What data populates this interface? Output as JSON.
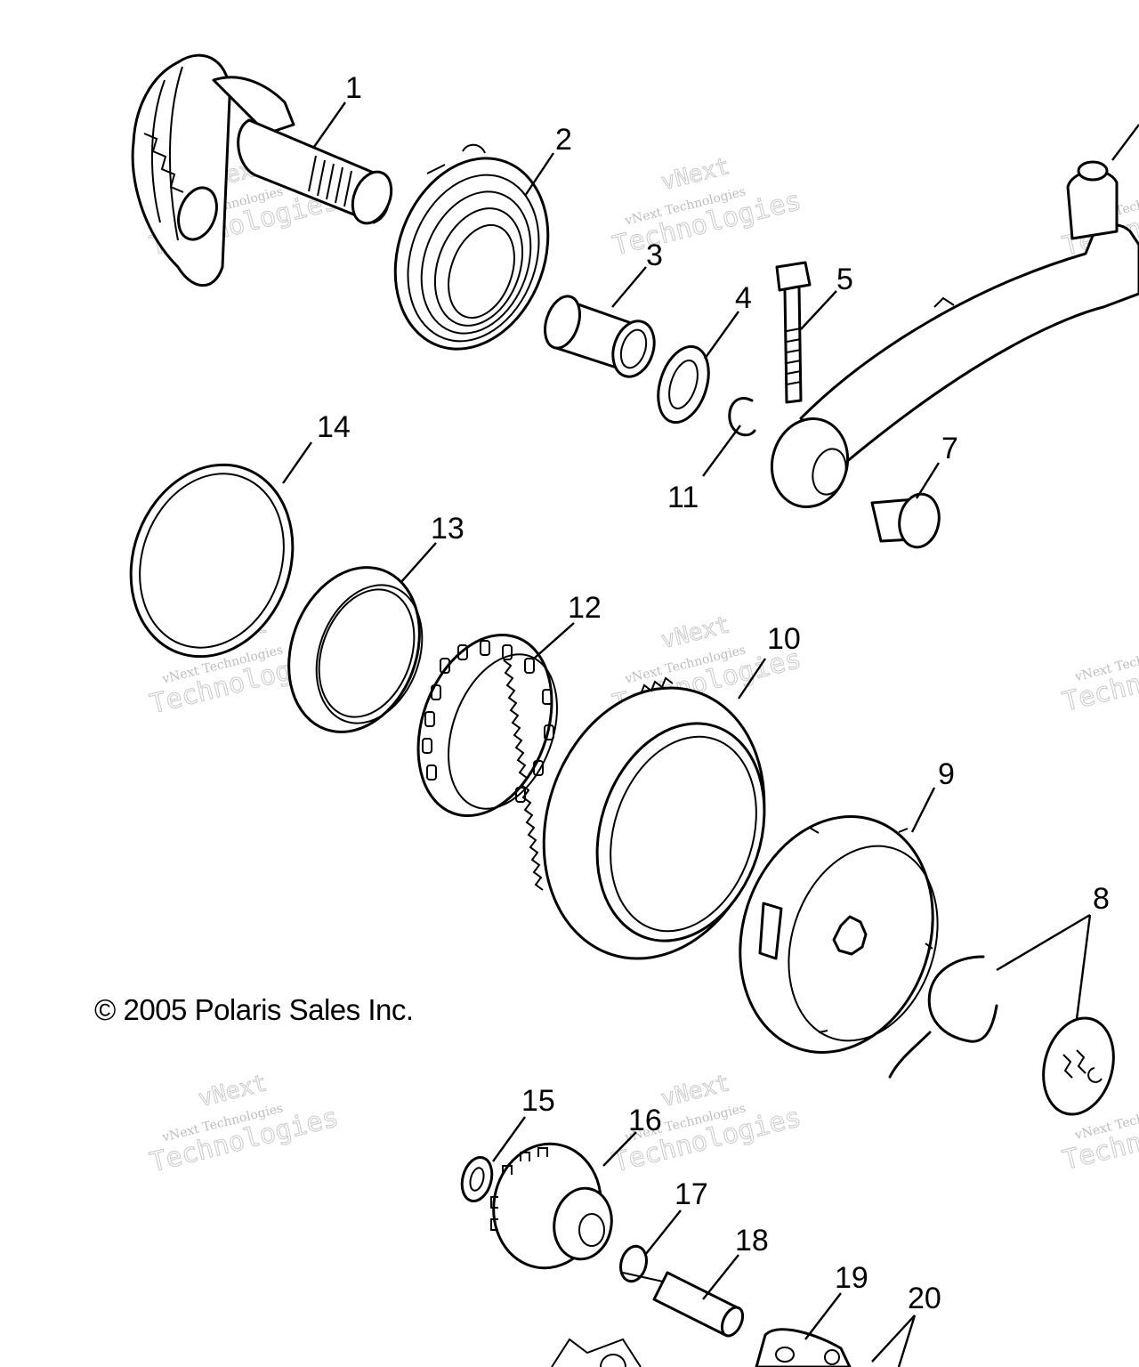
{
  "copyright": "© 2005 Polaris Sales Inc.",
  "watermark": {
    "brand": "vNext",
    "company": "vNext Technologies",
    "technologies": "Technologies"
  },
  "callouts": [
    "1",
    "2",
    "3",
    "4",
    "5",
    "7",
    "8",
    "9",
    "10",
    "11",
    "12",
    "13",
    "14",
    "15",
    "16",
    "17",
    "18",
    "19",
    "20"
  ]
}
